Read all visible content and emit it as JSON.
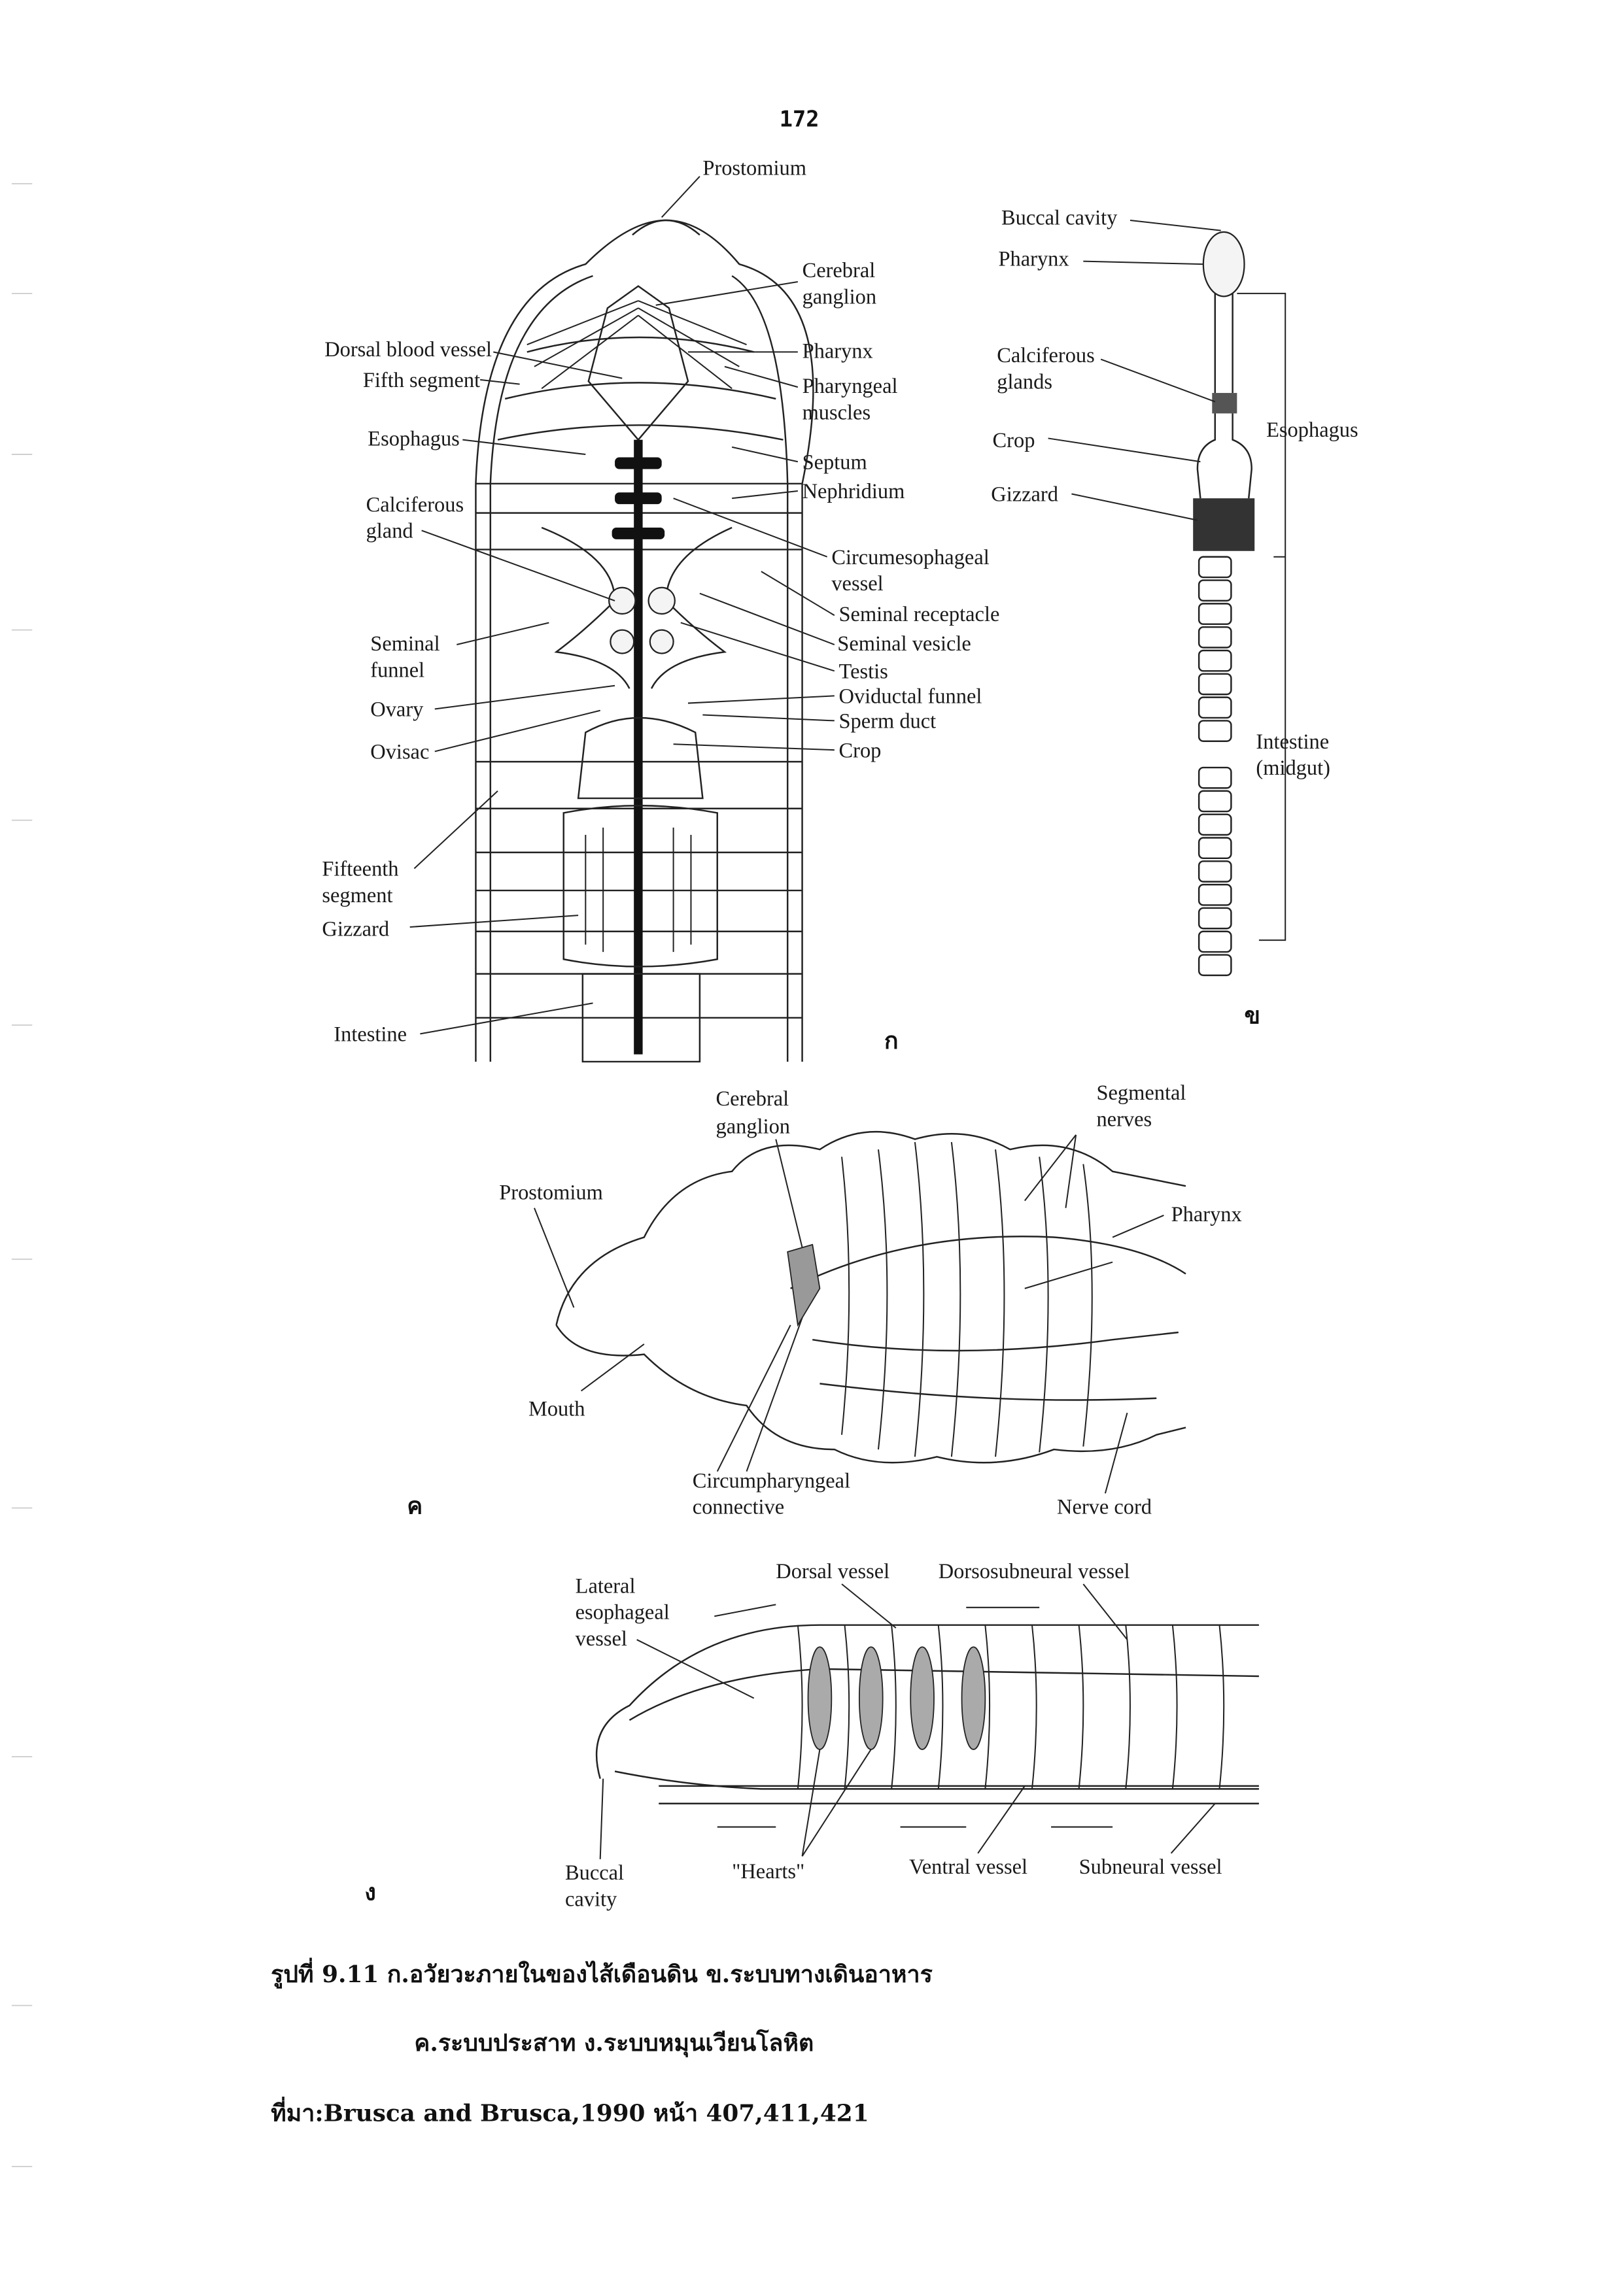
{
  "page_number": "172",
  "panel_a": {
    "marker": "ก",
    "labels": {
      "prostomium": "Prostomium",
      "cerebral_ganglion": [
        "Cerebral",
        "ganglion"
      ],
      "dorsal_blood_vessel": "Dorsal blood vessel",
      "fifth_segment": "Fifth segment",
      "pharynx": "Pharynx",
      "pharyngeal_muscles": [
        "Pharyngeal",
        "muscles"
      ],
      "esophagus": "Esophagus",
      "septum": "Septum",
      "nephridium": "Nephridium",
      "calciferous_gland": [
        "Calciferous",
        "gland"
      ],
      "circumesophageal_vessel": [
        "Circumesophageal",
        "vessel"
      ],
      "seminal_receptacle": "Seminal receptacle",
      "seminal_funnel": [
        "Seminal",
        "funnel"
      ],
      "seminal_vesicle": "Seminal vesicle",
      "testis": "Testis",
      "oviductal_funnel": "Oviductal funnel",
      "ovary": "Ovary",
      "sperm_duct": "Sperm duct",
      "ovisac": "Ovisac",
      "crop": "Crop",
      "fifteenth_segment": [
        "Fifteenth",
        "segment"
      ],
      "gizzard": "Gizzard",
      "intestine": "Intestine"
    }
  },
  "panel_b": {
    "marker": "ข",
    "labels": {
      "buccal_cavity": "Buccal cavity",
      "pharynx": "Pharynx",
      "calciferous_glands": [
        "Calciferous",
        "glands"
      ],
      "crop": "Crop",
      "gizzard": "Gizzard",
      "esophagus": "Esophagus",
      "intestine": [
        "Intestine",
        "(midgut)"
      ]
    }
  },
  "panel_c": {
    "marker": "ค",
    "labels": {
      "cerebral_ganglion": [
        "Cerebral",
        "ganglion"
      ],
      "segmental_nerves": [
        "Segmental",
        "nerves"
      ],
      "prostomium": "Prostomium",
      "pharynx": "Pharynx",
      "mouth": "Mouth",
      "circumpharyngeal_connective": [
        "Circumpharyngeal",
        "connective"
      ],
      "nerve_cord": "Nerve cord"
    }
  },
  "panel_d": {
    "marker": "ง",
    "labels": {
      "lateral_esophageal_vessel": [
        "Lateral",
        "esophageal",
        "vessel"
      ],
      "dorsal_vessel": "Dorsal vessel",
      "dorsosubneural_vessel": "Dorsosubneural vessel",
      "buccal_cavity": [
        "Buccal",
        "cavity"
      ],
      "hearts": "\"Hearts\"",
      "ventral_vessel": "Ventral vessel",
      "subneural_vessel": "Subneural vessel"
    }
  },
  "caption": {
    "line1": "รูปที่ 9.11 ก.อวัยวะภายในของไส้เดือนดิน ข.ระบบทางเดินอาหาร",
    "line2": "ค.ระบบประสาท ง.ระบบหมุนเวียนโลหิต",
    "source": "ที่มา:Brusca and Brusca,1990 หน้า 407,411,421"
  }
}
